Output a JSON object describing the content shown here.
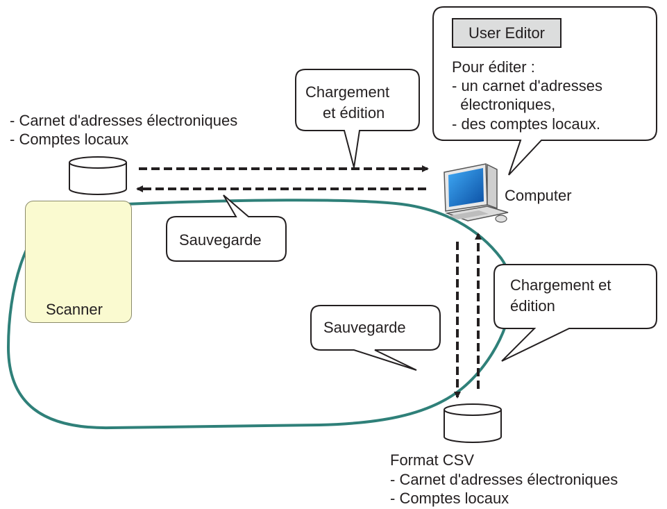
{
  "computer": {
    "label": "Computer",
    "callout": {
      "app_name": "User Editor",
      "lines": [
        "Pour éditer :",
        "- un carnet d'adresses",
        "  électroniques,",
        "- des comptes locaux."
      ]
    }
  },
  "scanner": {
    "label": "Scanner"
  },
  "scanner_data": {
    "lines": [
      "- Carnet d'adresses électroniques",
      "- Comptes locaux"
    ]
  },
  "csv_data": {
    "lines": [
      "Format CSV",
      "- Carnet d'adresses électroniques",
      "- Comptes locaux"
    ]
  },
  "callouts": {
    "top_load": [
      "Chargement",
      "et édition"
    ],
    "top_save": "Sauvegarde",
    "right_load": [
      "Chargement et",
      "édition"
    ],
    "bottom_save": "Sauvegarde"
  },
  "colors": {
    "loop": "#2f8079",
    "line": "#231f20",
    "scanner_bg": "#fafad0",
    "editor_bg": "#dcdddd"
  }
}
